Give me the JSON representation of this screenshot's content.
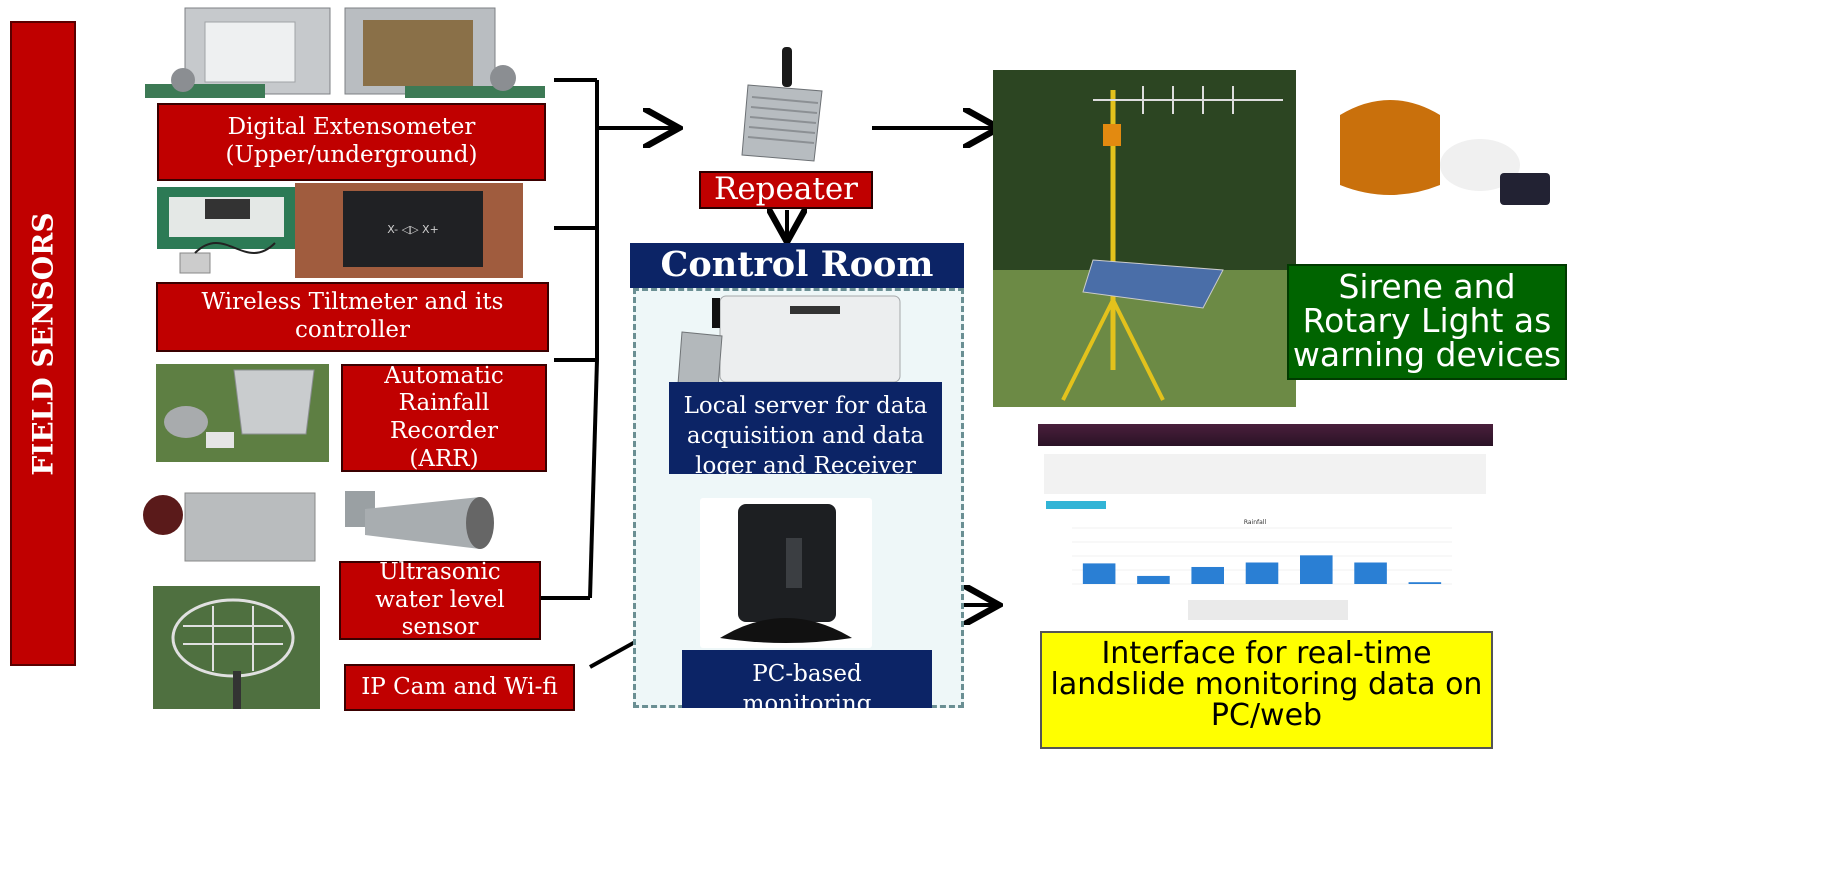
{
  "sidebar_title": "FIELD SENSORS",
  "sensors": {
    "extensometer": "Digital Extensometer (Upper/underground)",
    "tiltmeter": "Wireless Tiltmeter and its controller",
    "rainfall": "Automatic Rainfall Recorder (ARR)",
    "ultrasonic": "Ultrasonic water level sensor",
    "ipcam": "IP Cam and Wi-fi"
  },
  "repeater_label": "Repeater",
  "control_room": {
    "title": "Control Room",
    "local_server": "Local server for data acquisition and data loger and Receiver",
    "pc_monitoring": "PC-based monitoring"
  },
  "warning_devices": "Sirene and Rotary Light as warning devices",
  "interface_label": "Interface for real-time landslide monitoring data on PC/web",
  "colors": {
    "red": "#c00000",
    "navy": "#0c2466",
    "green": "#006400",
    "yellow": "#ffff00",
    "chart_bar": "#2a7fd4"
  },
  "chart_data": {
    "type": "bar",
    "title": "Rainfall",
    "values": [
      46,
      18,
      38,
      48,
      64,
      48,
      4
    ],
    "ylim": [
      0,
      125
    ]
  }
}
